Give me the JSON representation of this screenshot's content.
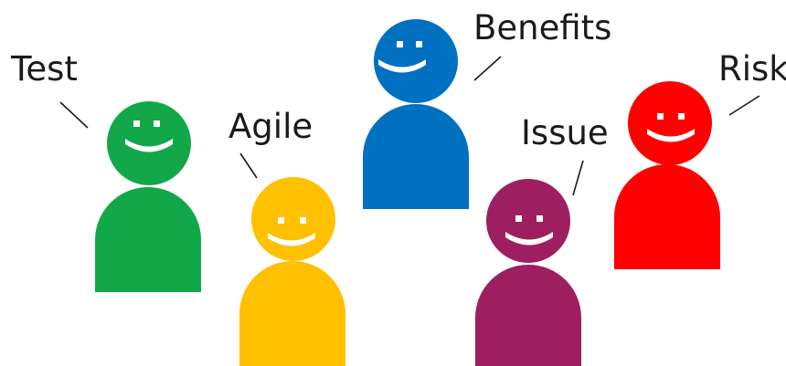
{
  "people": [
    {
      "label": "Test",
      "color": "#12A84A"
    },
    {
      "label": "Agile",
      "color": "#FFC000"
    },
    {
      "label": "Benefits",
      "color": "#0070C0"
    },
    {
      "label": "Issue",
      "color": "#9E1F5F"
    },
    {
      "label": "Risk",
      "color": "#FF0000"
    }
  ],
  "face_color": "#ffffff",
  "line_color": "#1a1a1a",
  "icon": "smiling-person-icon"
}
